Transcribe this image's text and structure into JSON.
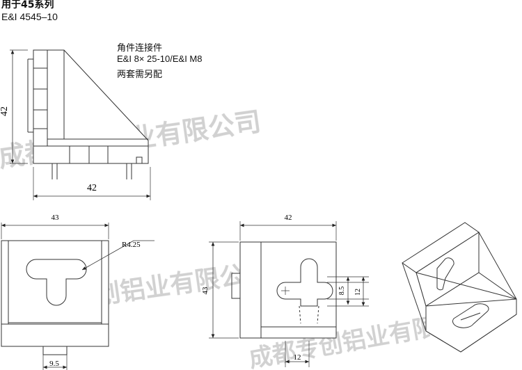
{
  "header": {
    "title": "用于45系列",
    "subtitle": "E&I  4545–10"
  },
  "notes": [
    "角件连接件",
    "E&I 8× 25-10/E&I M8",
    "两套需另配"
  ],
  "dimensions": {
    "side_height": "42",
    "side_width": "42",
    "front_width": "43",
    "front_radius": "R4.25",
    "front_tab": "9.5",
    "right_width": "42",
    "right_height": "43",
    "right_slot_height": "8.5",
    "right_slot_outer": "12",
    "right_bottom": "12"
  },
  "watermarks": [
    "成都专创铝业有限公司",
    "成都专创铝业有限公司",
    "成都专创铝业有限公司"
  ]
}
